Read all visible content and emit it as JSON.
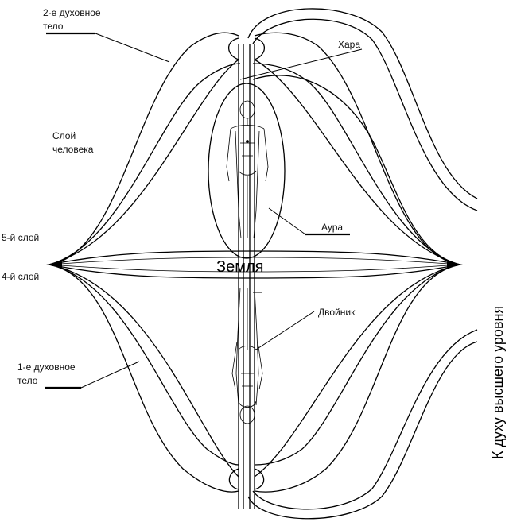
{
  "labels": {
    "second_spirit_body_l1": "2-е духовное",
    "second_spirit_body_l2": "тело",
    "hara": "Хара",
    "human_layer_l1": "Слой",
    "human_layer_l2": "человека",
    "aura": "Аура",
    "layer5": "5-й слой",
    "layer4": "4-й слой",
    "earth": "Земля",
    "double": "Двойник",
    "first_spirit_body_l1": "1-е духовное",
    "first_spirit_body_l2": "тело",
    "to_higher_spirit": "К духу высшего уровня"
  }
}
